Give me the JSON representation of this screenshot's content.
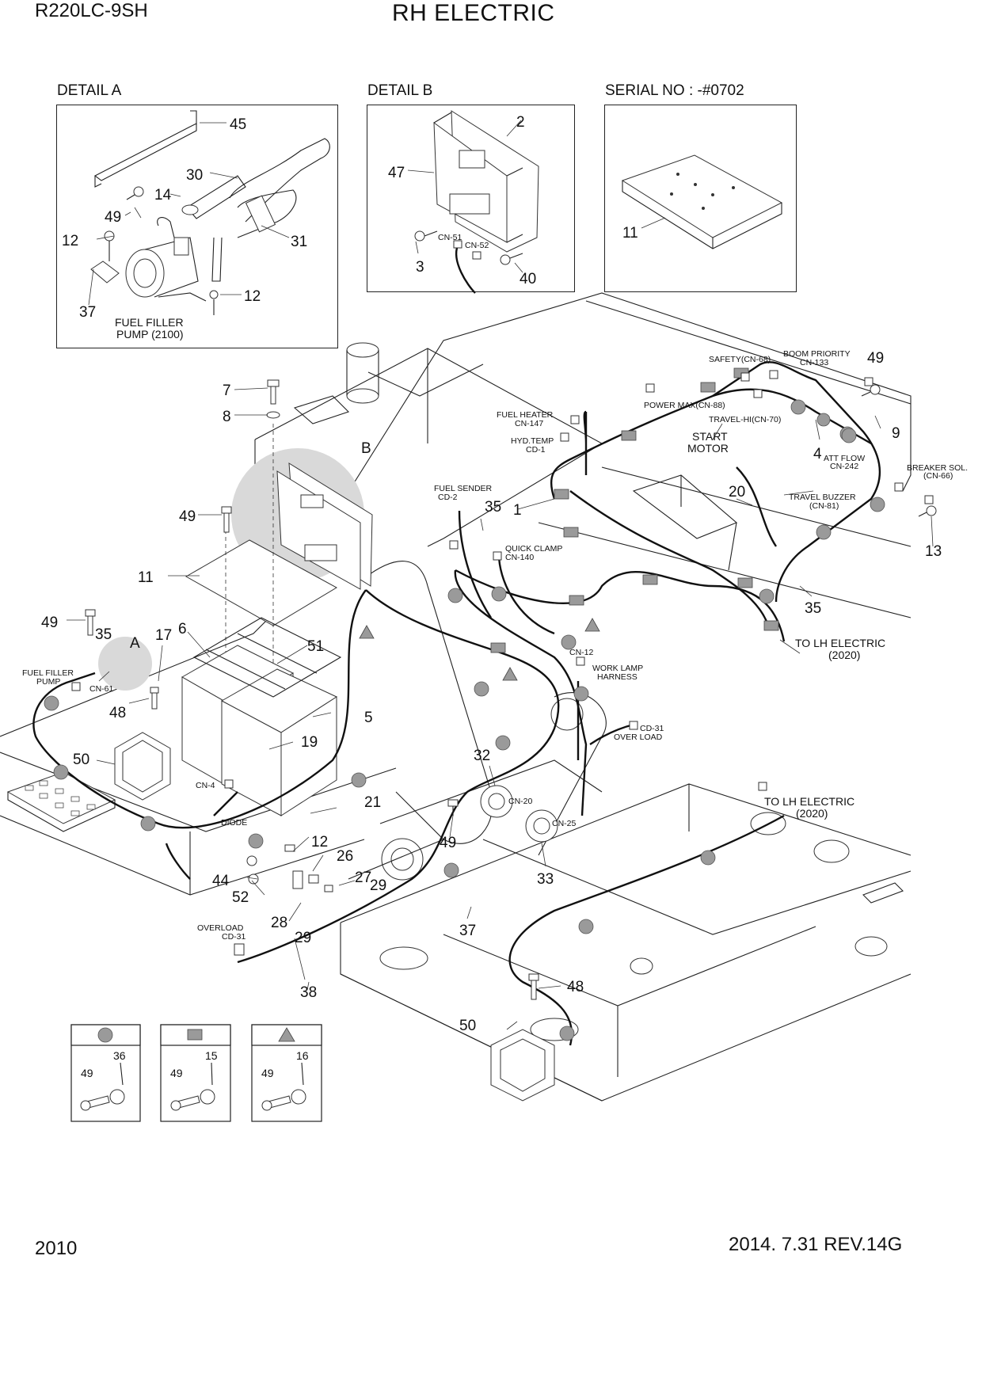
{
  "header": {
    "model": "R220LC-9SH",
    "title": "RH ELECTRIC"
  },
  "details": {
    "a": {
      "heading": "DETAIL  A",
      "caption_line1": "FUEL FILLER",
      "caption_line2": "PUMP (2100)",
      "callouts": [
        "45",
        "30",
        "14",
        "49",
        "12",
        "31",
        "12",
        "37"
      ]
    },
    "b": {
      "heading": "DETAIL B",
      "callouts": [
        "2",
        "47",
        "3",
        "40"
      ],
      "connectors": [
        "CN-51",
        "CN-52"
      ]
    },
    "serial": {
      "heading": "SERIAL NO : -#0702",
      "callouts": [
        "11"
      ]
    }
  },
  "main": {
    "connector_labels": {
      "fuel_heater_1": "FUEL HEATER",
      "fuel_heater_2": "CN-147",
      "hyd_temp_1": "HYD.TEMP",
      "hyd_temp_2": "CD-1",
      "fuel_sender_1": "FUEL SENDER",
      "fuel_sender_2": "CD-2",
      "quick_clamp_1": "QUICK CLAMP",
      "quick_clamp_2": "CN-140",
      "power_max": "POWER MAX(CN-88)",
      "safety": "SAFETY(CN-68)",
      "boom_priority_1": "BOOM PRIORITY",
      "boom_priority_2": "CN-133",
      "travel_hi": "TRAVEL-HI(CN-70)",
      "start_motor_1": "START",
      "start_motor_2": "MOTOR",
      "att_flow_1": "ATT FLOW",
      "att_flow_2": "CN-242",
      "breaker_sol_1": "BREAKER SOL.",
      "breaker_sol_2": "(CN-66)",
      "travel_buzzer_1": "TRAVEL BUZZER",
      "travel_buzzer_2": "(CN-81)",
      "to_lh_1a": "TO LH ELECTRIC",
      "to_lh_1b": "(2020)",
      "to_lh_2a": "TO LH ELECTRIC",
      "to_lh_2b": "(2020)",
      "fuel_filler_pump_1": "FUEL FILLER",
      "fuel_filler_pump_2": "PUMP",
      "cn61": "CN-61",
      "cn4": "CN-4",
      "diode": "DIODE",
      "cn12": "CN-12",
      "work_lamp_1": "WORK LAMP",
      "work_lamp_2": "HARNESS",
      "cd31": "CD-31",
      "over_load": "OVER LOAD",
      "cn20": "CN-20",
      "cn25": "CN-25",
      "overload_1": "OVERLOAD",
      "overload_2": "CD-31",
      "detail_a_marker": "A",
      "detail_b_marker": "B"
    },
    "callouts": [
      "7",
      "8",
      "49",
      "11",
      "49",
      "35",
      "17",
      "6",
      "51",
      "48",
      "50",
      "5",
      "19",
      "21",
      "12",
      "26",
      "44",
      "52",
      "27",
      "29",
      "28",
      "29",
      "38",
      "37",
      "49",
      "32",
      "33",
      "1",
      "35",
      "20",
      "4",
      "9",
      "49",
      "13",
      "35",
      "48",
      "50"
    ]
  },
  "legend": [
    {
      "symbol": "circle",
      "bolt": "49",
      "clip": "36"
    },
    {
      "symbol": "square",
      "bolt": "49",
      "clip": "15"
    },
    {
      "symbol": "triangle",
      "bolt": "49",
      "clip": "16"
    }
  ],
  "footer": {
    "page": "2010",
    "revision": "2014. 7.31  REV.14G"
  }
}
